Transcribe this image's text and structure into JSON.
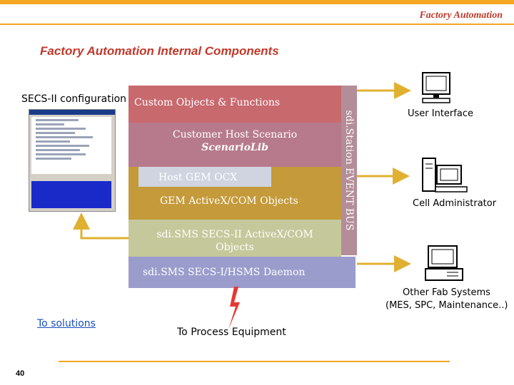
{
  "header": {
    "brand": "Factory Automation"
  },
  "slide": {
    "title": "Factory Automation Internal Components",
    "page_number": "40"
  },
  "stack": {
    "custom_objects": "Custom Objects & Functions",
    "customer_host_line1": "Customer Host Scenario",
    "customer_host_line2": "ScenarioLib",
    "host_gem_ocx": "Host GEM OCX",
    "gem_activex": "GEM ActiveX/COM Objects",
    "sms_activex_line1": "sdi.SMS SECS-II ActiveX/COM",
    "sms_activex_line2": "Objects",
    "daemon": "sdi.SMS SECS-I/HSMS Daemon",
    "event_bus": "sdi.Station EVENT BUS"
  },
  "labels": {
    "secs_config": "SECS-II configuration",
    "user_interface": "User Interface",
    "cell_admin": "Cell Administrator",
    "other_fab_line1": "Other Fab Systems",
    "other_fab_line2": "(MES, SPC, Maintenance..)",
    "to_process": "To Process Equipment",
    "to_solutions": "To solutions"
  },
  "colors": {
    "accent": "#f5a623",
    "title_red": "#c0392b",
    "custom_objects": "#c8696e",
    "customer_host": "#b77a8c",
    "host_gem_ocx": "#cfd4e0",
    "gem_activex": "#c49a3a",
    "sms_activex": "#c5c89a",
    "daemon": "#9a9ccc",
    "event_bus": "#b38d97",
    "connector": "#e0b030"
  },
  "icons": {
    "user_interface": "monitor-icon",
    "cell_admin": "workstation-icon",
    "other_fab": "desktop-pc-icon",
    "process": "lightning-bolt-icon"
  }
}
